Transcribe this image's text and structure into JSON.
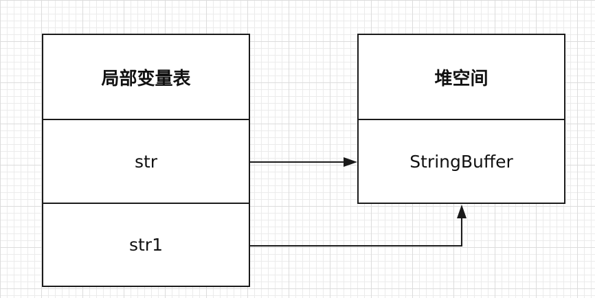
{
  "diagram": {
    "left_table": {
      "title": "局部变量表",
      "rows": [
        "str",
        "str1"
      ]
    },
    "right_table": {
      "title": "堆空间",
      "rows": [
        "StringBuffer"
      ]
    },
    "arrows": [
      {
        "from": "str",
        "to": "StringBuffer"
      },
      {
        "from": "str1",
        "to": "StringBuffer"
      }
    ]
  }
}
